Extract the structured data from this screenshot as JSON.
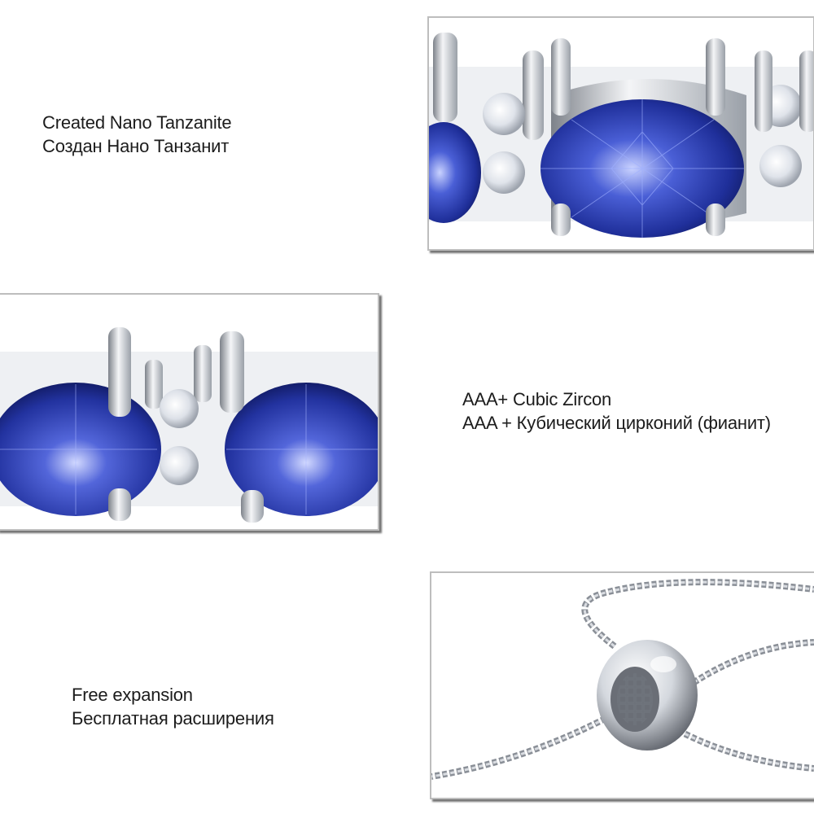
{
  "sections": [
    {
      "label_en": "Created Nano Tanzanite",
      "label_ru": "Создан Нано Танзанит",
      "image_subject": "oval-tanzanite-stone-closeup"
    },
    {
      "label_en": "AAA+ Cubic Zircon",
      "label_ru": "AAA + Кубический цирконий (фианит)",
      "image_subject": "tanzanite-and-zircon-links-closeup"
    },
    {
      "label_en": "Free expansion",
      "label_ru": "Бесплатная расширения",
      "image_subject": "box-chain-slider-bead"
    }
  ],
  "colors": {
    "stone_dark": "#1a2a8c",
    "stone_mid": "#3a4fc4",
    "stone_light": "#8fa0ff",
    "metal": "#d8dbe0",
    "metal_shadow": "#8a8e96",
    "frame_border": "#bdbdbd"
  }
}
